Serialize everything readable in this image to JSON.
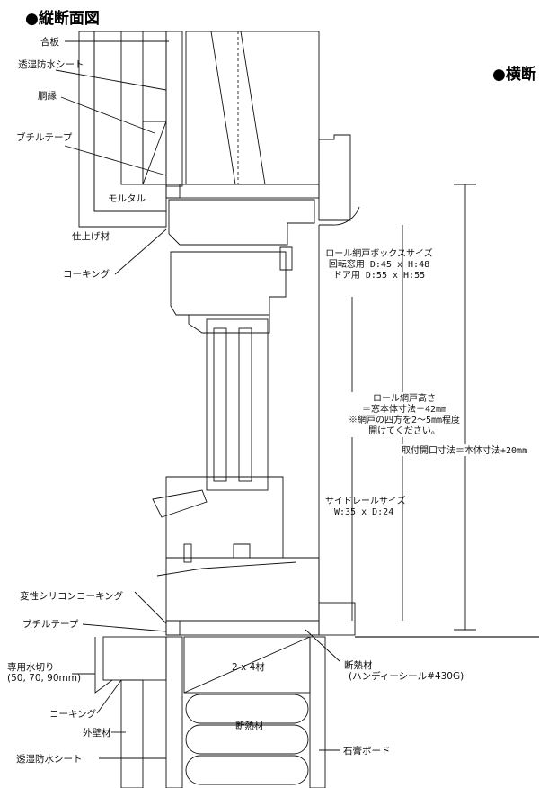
{
  "title": "●縦断面図",
  "title_right": "●横断",
  "colors": {
    "stud": "#f4837f",
    "frame": "#fbf59f",
    "glass": "#f2a0a0"
  },
  "labels": {
    "plywood": "合板",
    "moisture_sheet_top": "透湿防水シート",
    "furring": "胴縁",
    "butyl_tape_top": "ブチルテープ",
    "mortar": "モルタル",
    "finish": "仕上げ材",
    "caulking_top": "コーキング",
    "box_size_title": "ロール網戸ボックスサイズ",
    "box_size_window": "回転窓用  D:45 x H:48",
    "box_size_door": "ドア用  D:55 x H:55",
    "height_title": "ロール網戸高さ",
    "height_formula": "＝窓本体寸法－42mm",
    "height_note1": "※網戸の四方を2～5mm程度",
    "height_note2": "開けてください。",
    "opening_size": "取付開口寸法＝本体寸法+20mm",
    "rail_title": "サイドレールサイズ",
    "rail_size": "W:35 x D:24",
    "silicone": "変性シリコンコーキング",
    "butyl_tape_bottom": "ブチルテープ",
    "flashing": "専用水切り",
    "flashing_sizes": "(50, 70, 90mm)",
    "stud_2x4": "2 x 4材",
    "insulation_sill": "断熱材",
    "insulation_sill_product": "(ハンディーシール#430G)",
    "caulking_bottom": "コーキング",
    "exterior_wall": "外壁材",
    "insulation": "断熱材",
    "gypsum": "石膏ボード",
    "moisture_sheet_bottom": "透湿防水シート"
  }
}
